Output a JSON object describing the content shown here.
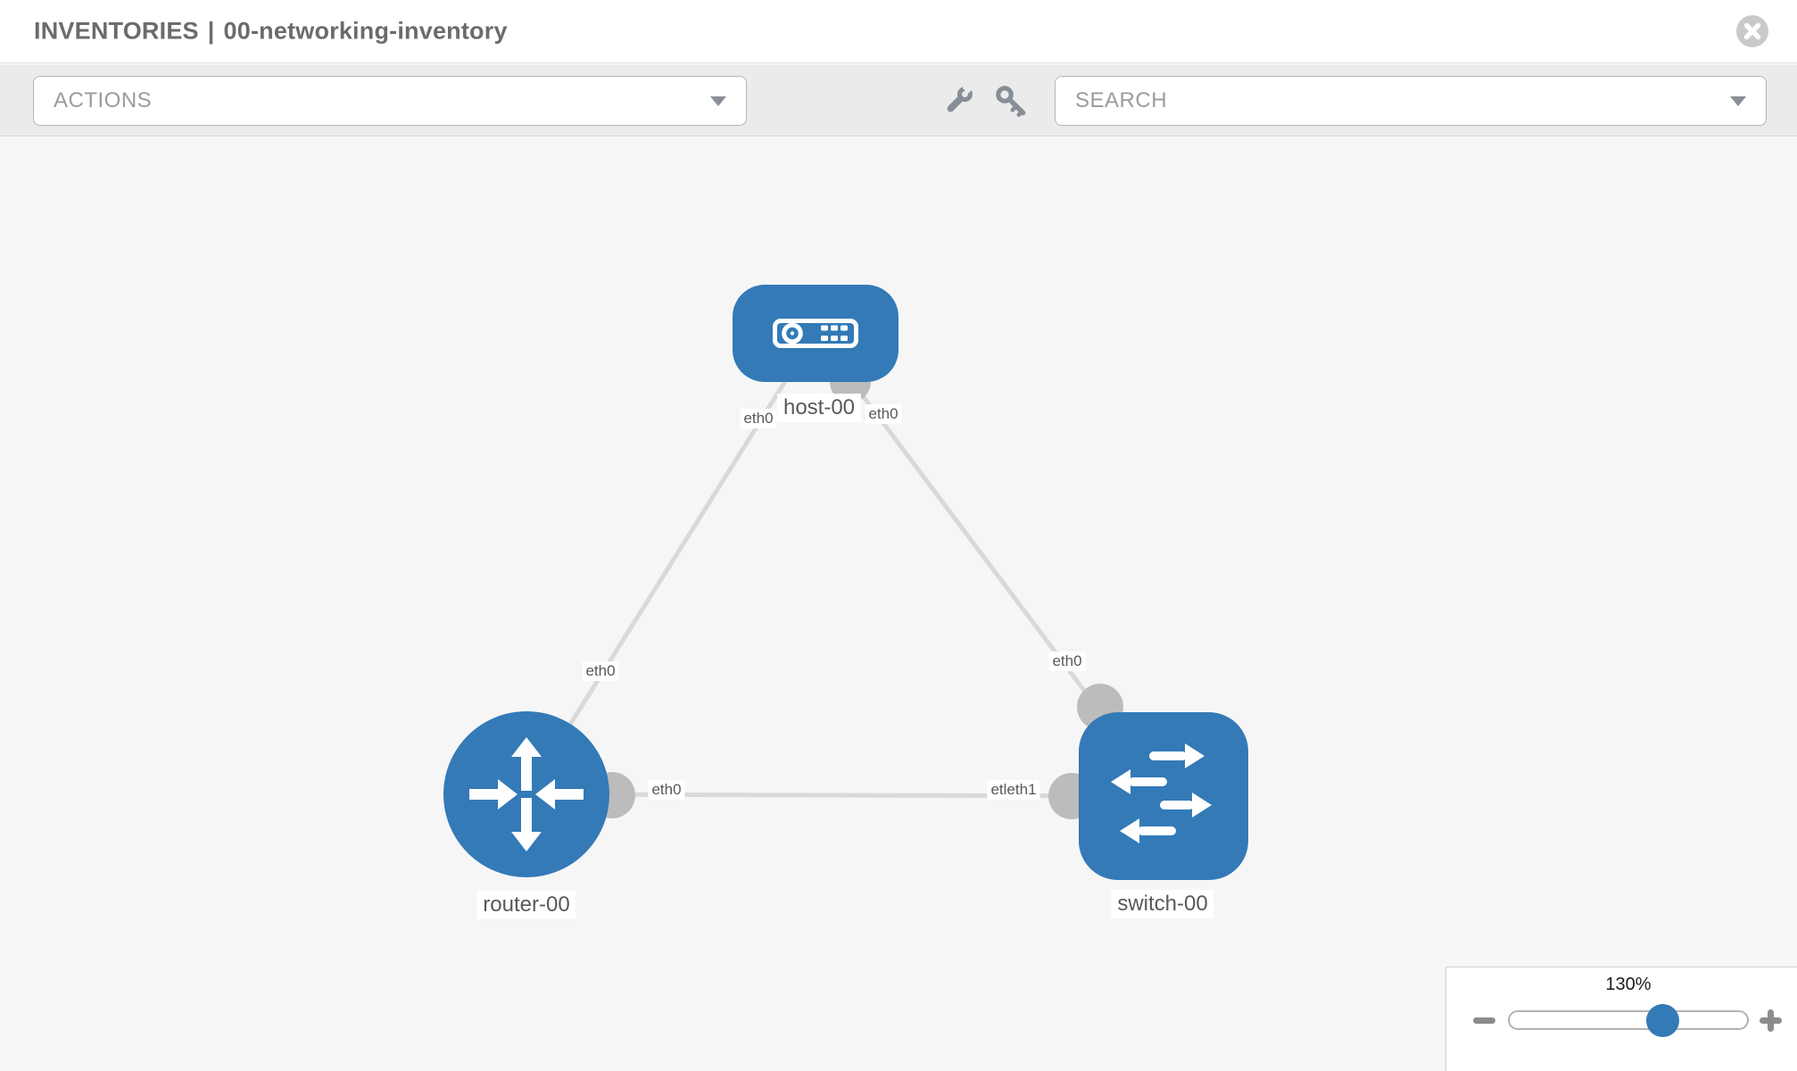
{
  "header": {
    "section": "INVENTORIES",
    "separator": "|",
    "inventory_name": "00-networking-inventory",
    "close_icon": "close-icon"
  },
  "toolbar": {
    "actions": {
      "label": "ACTIONS",
      "caret_icon": "chevron-down-icon"
    },
    "search": {
      "label": "SEARCH",
      "caret_icon": "chevron-down-icon"
    },
    "tools": [
      {
        "icon": "wrench-icon"
      },
      {
        "icon": "key-icon"
      }
    ]
  },
  "topology": {
    "nodes": [
      {
        "id": "host-00",
        "type": "host",
        "label": "host-00",
        "icon": "host-icon"
      },
      {
        "id": "router-00",
        "type": "router",
        "label": "router-00",
        "icon": "router-icon"
      },
      {
        "id": "switch-00",
        "type": "switch",
        "label": "switch-00",
        "icon": "switch-icon"
      }
    ],
    "links": [
      {
        "from": "host-00",
        "to": "router-00"
      },
      {
        "from": "host-00",
        "to": "switch-00"
      },
      {
        "from": "router-00",
        "to": "switch-00"
      }
    ],
    "interface_labels": [
      {
        "text": "eth0",
        "position": "host-00-bottom-left"
      },
      {
        "text": "eth0",
        "position": "host-00-bottom-right"
      },
      {
        "text": "eth0",
        "position": "link-host-router-mid"
      },
      {
        "text": "eth0",
        "position": "link-host-switch-mid"
      },
      {
        "text": "eth0",
        "position": "router-00-right"
      },
      {
        "text": "etleth1",
        "position": "switch-00-left"
      }
    ]
  },
  "zoom_control": {
    "value": "130%",
    "percent": 130,
    "slider_position_pct": 64,
    "zoom_out_icon": "minus-icon",
    "zoom_in_icon": "plus-icon"
  },
  "colors": {
    "node_fill": "#337ab7",
    "link": "#d9d9d9",
    "connector": "#bcbcbc",
    "canvas_bg": "#f6f6f6",
    "toolbar_bg": "#ebebeb",
    "label_text": "#595959",
    "title_text": "#6b6b6b"
  }
}
